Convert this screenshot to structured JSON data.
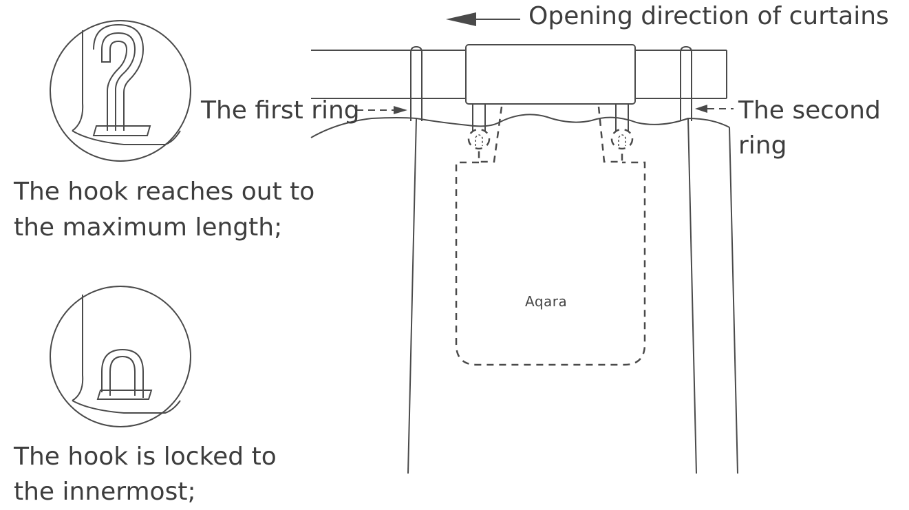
{
  "labels": {
    "opening_direction": "Opening direction of curtains",
    "first_ring": "The first ring",
    "second_ring_line1": "The second",
    "second_ring_line2": "ring",
    "hook_max_line1": "The hook reaches out to",
    "hook_max_line2": "the maximum length;",
    "hook_locked_line1": "The hook is locked to",
    "hook_locked_line2": "the innermost;",
    "brand_logo": "Aqara"
  },
  "colors": {
    "line": "#4a4a4a",
    "text": "#3d3d3d",
    "background": "#ffffff"
  }
}
